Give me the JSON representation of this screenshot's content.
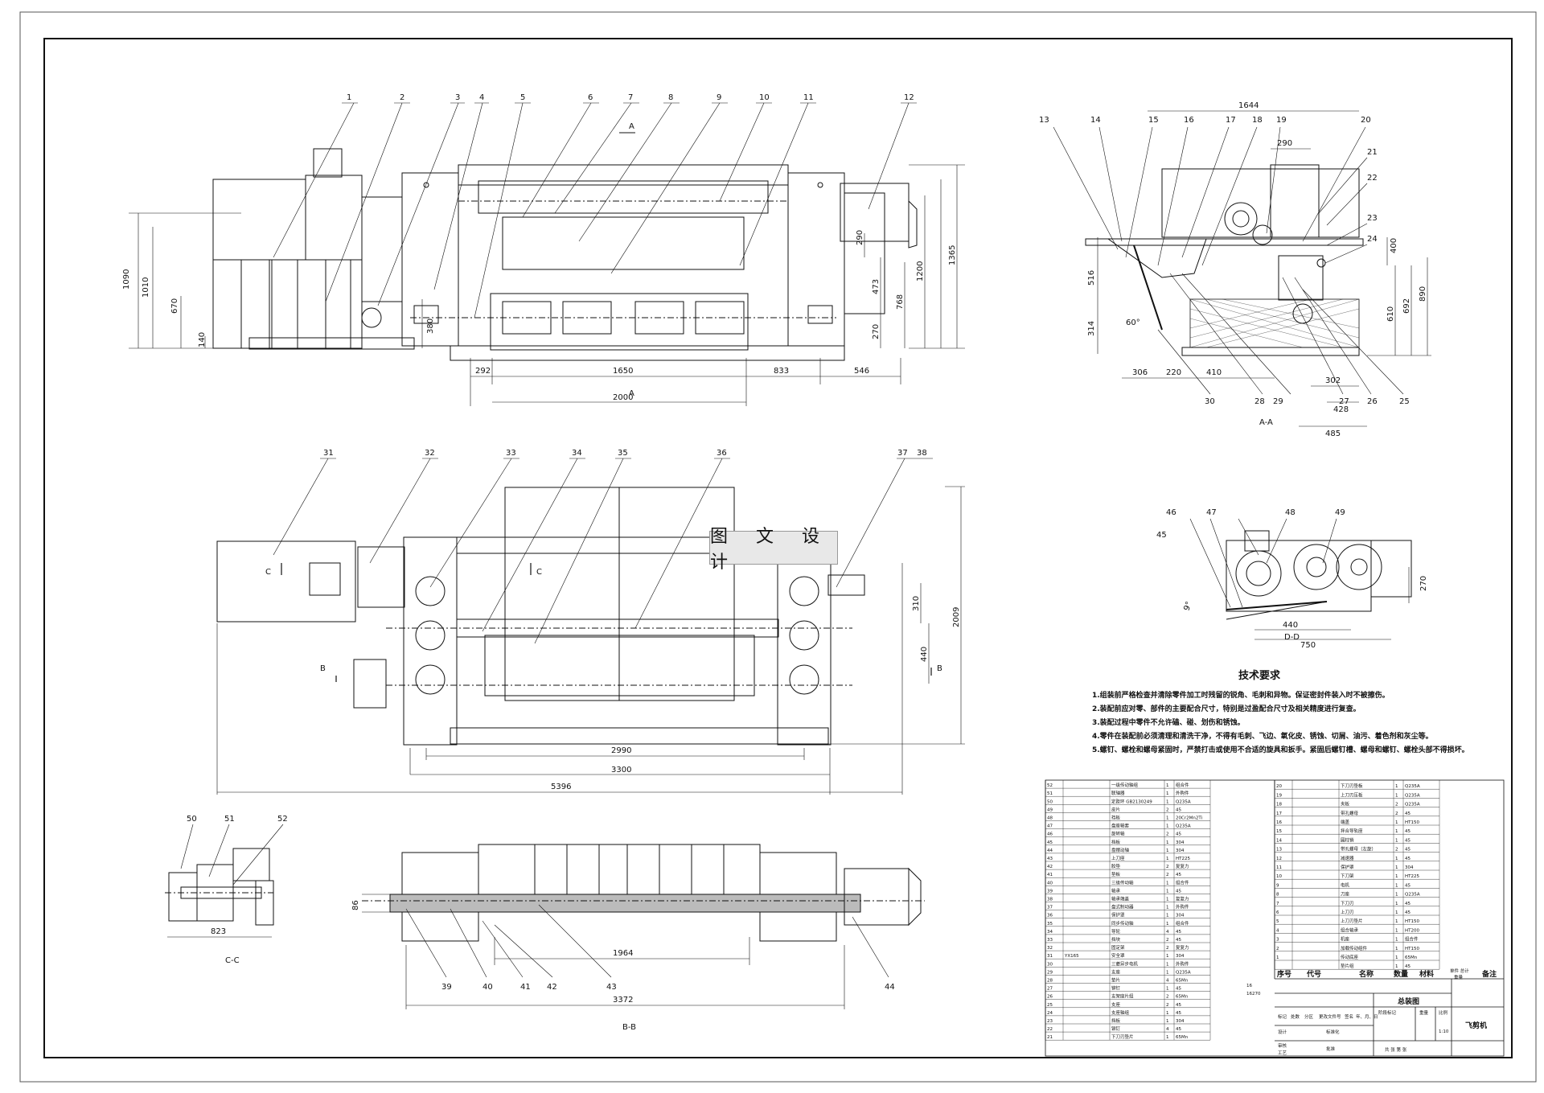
{
  "watermark": "图 文 设 计",
  "views": {
    "front": {
      "callouts": [
        "1",
        "2",
        "3",
        "4",
        "5",
        "6",
        "7",
        "8",
        "9",
        "10",
        "11",
        "12"
      ],
      "section_mark": "A",
      "dims": {
        "w292": "292",
        "w1650": "1650",
        "w833": "833",
        "w546": "546",
        "w2000": "2000",
        "h1090": "1090",
        "h1010": "1010",
        "h670": "670",
        "h140": "140",
        "h380": "380",
        "h290": "290",
        "h473": "473",
        "h270": "270",
        "h768": "768",
        "h1200": "1200",
        "h1365": "1365"
      }
    },
    "aa": {
      "callouts": [
        "13",
        "14",
        "15",
        "16",
        "17",
        "18",
        "19",
        "20",
        "21",
        "22",
        "23",
        "24",
        "25",
        "26",
        "27",
        "28",
        "29",
        "30"
      ],
      "title": "A-A",
      "dims": {
        "w1644": "1644",
        "w290": "290",
        "w306": "306",
        "w220": "220",
        "w410": "410",
        "w302": "302",
        "w428": "428",
        "w485": "485",
        "h516": "516",
        "h314": "314",
        "h400": "400",
        "h610": "610",
        "h692": "692",
        "h890": "890",
        "angle": "60°"
      }
    },
    "dd": {
      "callouts": [
        "45",
        "46",
        "47",
        "48",
        "49"
      ],
      "title": "D-D",
      "dims": {
        "w440": "440",
        "w750": "750",
        "h270": "270",
        "angle": "9°"
      }
    },
    "top": {
      "callouts": [
        "31",
        "32",
        "33",
        "34",
        "35",
        "36",
        "37",
        "38"
      ],
      "marks": {
        "c": "C",
        "b": "B"
      },
      "dims": {
        "w2990": "2990",
        "w3300": "3300",
        "w5396": "5396",
        "h310": "310",
        "h440": "440",
        "h2009": "2009"
      }
    },
    "cc": {
      "callouts": [
        "50",
        "51",
        "52"
      ],
      "title": "C-C",
      "dims": {
        "w823": "823"
      }
    },
    "bb": {
      "callouts": [
        "39",
        "40",
        "41",
        "42",
        "43",
        "44"
      ],
      "title": "B-B",
      "dims": {
        "w1964": "1964",
        "w3372": "3372",
        "h86": "86"
      }
    }
  },
  "tech_req": {
    "title": "技术要求",
    "items": [
      "1.组装前严格检查并清除零件加工时残留的锐角、毛刺和异物。保证密封件装入时不被擦伤。",
      "2.装配前应对零、部件的主要配合尺寸，特别是过盈配合尺寸及相关精度进行复查。",
      "3.装配过程中零件不允许磕、碰、划伤和锈蚀。",
      "4.零件在装配前必须清理和清洗干净，不得有毛刺、飞边、氧化皮、锈蚀、切屑、油污、着色剂和灰尘等。",
      "5.螺钉、螺栓和螺母紧固时，严禁打击或使用不合适的旋具和扳手。紧固后螺钉槽、螺母和螺钉、螺栓头部不得损坏。"
    ]
  },
  "bom_left": [
    [
      "52",
      "",
      "一级传动轴组",
      "1",
      "组合件"
    ],
    [
      "51",
      "",
      "联轴器",
      "1",
      "外购件"
    ],
    [
      "50",
      "",
      "定距环 GB2130249",
      "1",
      "Q235A"
    ],
    [
      "49",
      "",
      "皮片",
      "2",
      "45"
    ],
    [
      "48",
      "",
      "挡板",
      "1",
      "20Cr2Mn2Ti"
    ],
    [
      "47",
      "",
      "盘座轴套",
      "1",
      "Q235A"
    ],
    [
      "46",
      "",
      "旋转轴",
      "2",
      "45"
    ],
    [
      "45",
      "",
      "挡板",
      "1",
      "304"
    ],
    [
      "44",
      "",
      "盘摆动轴",
      "1",
      "304"
    ],
    [
      "43",
      "",
      "上刀座",
      "1",
      "HT225"
    ],
    [
      "42",
      "",
      "胶垫",
      "2",
      "复复力"
    ],
    [
      "41",
      "",
      "垫板",
      "2",
      "45"
    ],
    [
      "40",
      "",
      "三级传动轴",
      "1",
      "组合件"
    ],
    [
      "39",
      "",
      "轴承",
      "1",
      "45"
    ],
    [
      "38",
      "",
      "轴承端盖",
      "1",
      "复复力"
    ],
    [
      "37",
      "",
      "盘式制动器",
      "1",
      "外购件"
    ],
    [
      "36",
      "",
      "保护罩",
      "1",
      "304"
    ],
    [
      "35",
      "",
      "同步传动轴",
      "1",
      "组合件"
    ],
    [
      "34",
      "",
      "导轮",
      "4",
      "45"
    ],
    [
      "33",
      "",
      "挡块",
      "2",
      "45"
    ],
    [
      "32",
      "",
      "固定架",
      "2",
      "复复力"
    ],
    [
      "31",
      "YX165",
      "安全罩",
      "1",
      "304"
    ],
    [
      "30",
      "",
      "三菱异步电机",
      "1",
      "外购件"
    ],
    [
      "29",
      "",
      "支座",
      "1",
      "Q235A"
    ],
    [
      "28",
      "",
      "垫片",
      "4",
      "65Mn"
    ],
    [
      "27",
      "",
      "铆钉",
      "1",
      "45"
    ],
    [
      "26",
      "",
      "支架座片组",
      "2",
      "65Mn"
    ],
    [
      "25",
      "",
      "支座",
      "2",
      "45"
    ],
    [
      "24",
      "",
      "支座轴组",
      "1",
      "45"
    ],
    [
      "23",
      "",
      "挡板",
      "1",
      "304"
    ],
    [
      "22",
      "",
      "铆钉",
      "4",
      "45"
    ],
    [
      "21",
      "",
      "下刀刃垫片",
      "1",
      "65Mn"
    ]
  ],
  "bom_right": [
    [
      "20",
      "",
      "下刀刃垫板",
      "1",
      "Q235A"
    ],
    [
      "19",
      "",
      "上刀刃压板",
      "1",
      "Q235A"
    ],
    [
      "18",
      "",
      "夹板",
      "2",
      "Q235A"
    ],
    [
      "17",
      "",
      "带孔螺母",
      "2",
      "45"
    ],
    [
      "16",
      "",
      "端盖",
      "1",
      "HT150"
    ],
    [
      "15",
      "",
      "拌合导轨座",
      "1",
      "45"
    ],
    [
      "14",
      "",
      "圆柱销",
      "1",
      "45"
    ],
    [
      "13",
      "",
      "带孔螺母（左旋）",
      "2",
      "45"
    ],
    [
      "12",
      "",
      "减速器",
      "1",
      "45"
    ],
    [
      "11",
      "",
      "保护罩",
      "1",
      "304"
    ],
    [
      "10",
      "",
      "下刀架",
      "1",
      "HT225"
    ],
    [
      "9",
      "",
      "电机",
      "1",
      "45"
    ],
    [
      "8",
      "",
      "刀座",
      "1",
      "Q235A"
    ],
    [
      "7",
      "",
      "下刀刃",
      "1",
      "45"
    ],
    [
      "6",
      "",
      "上刀刃",
      "1",
      "45"
    ],
    [
      "5",
      "",
      "上刀刃垫片",
      "1",
      "HT150"
    ],
    [
      "4",
      "",
      "组合轴承",
      "1",
      "HT200"
    ],
    [
      "3",
      "",
      "机座",
      "1",
      "组合件"
    ],
    [
      "2",
      "",
      "加载传动组件",
      "1",
      "HT150"
    ],
    [
      "1",
      "",
      "传动底座",
      "1",
      "65Mn"
    ],
    [
      "",
      "",
      "垫片组",
      "1",
      "45"
    ]
  ],
  "bom_header": {
    "seq": "序号",
    "code": "代号",
    "name": "名称",
    "qty": "数量",
    "material": "材料",
    "unit_total": "单件 总计",
    "weight": "重量",
    "remark": "备注"
  },
  "title_block": {
    "drawing_name": "总装图",
    "product": "飞剪机",
    "scale": "1:10",
    "row_labels": [
      "标记",
      "处数",
      "分区",
      "更改文件号",
      "签名",
      "年、月、日"
    ],
    "design": "设计",
    "standard": "标准化",
    "review": "审核",
    "process": "工艺",
    "approve": "批准",
    "stage": "阶段标记",
    "weight": "重量",
    "ratio": "比例",
    "sheets": "共 张 第 张",
    "n16": "16",
    "n16270": "16270"
  }
}
